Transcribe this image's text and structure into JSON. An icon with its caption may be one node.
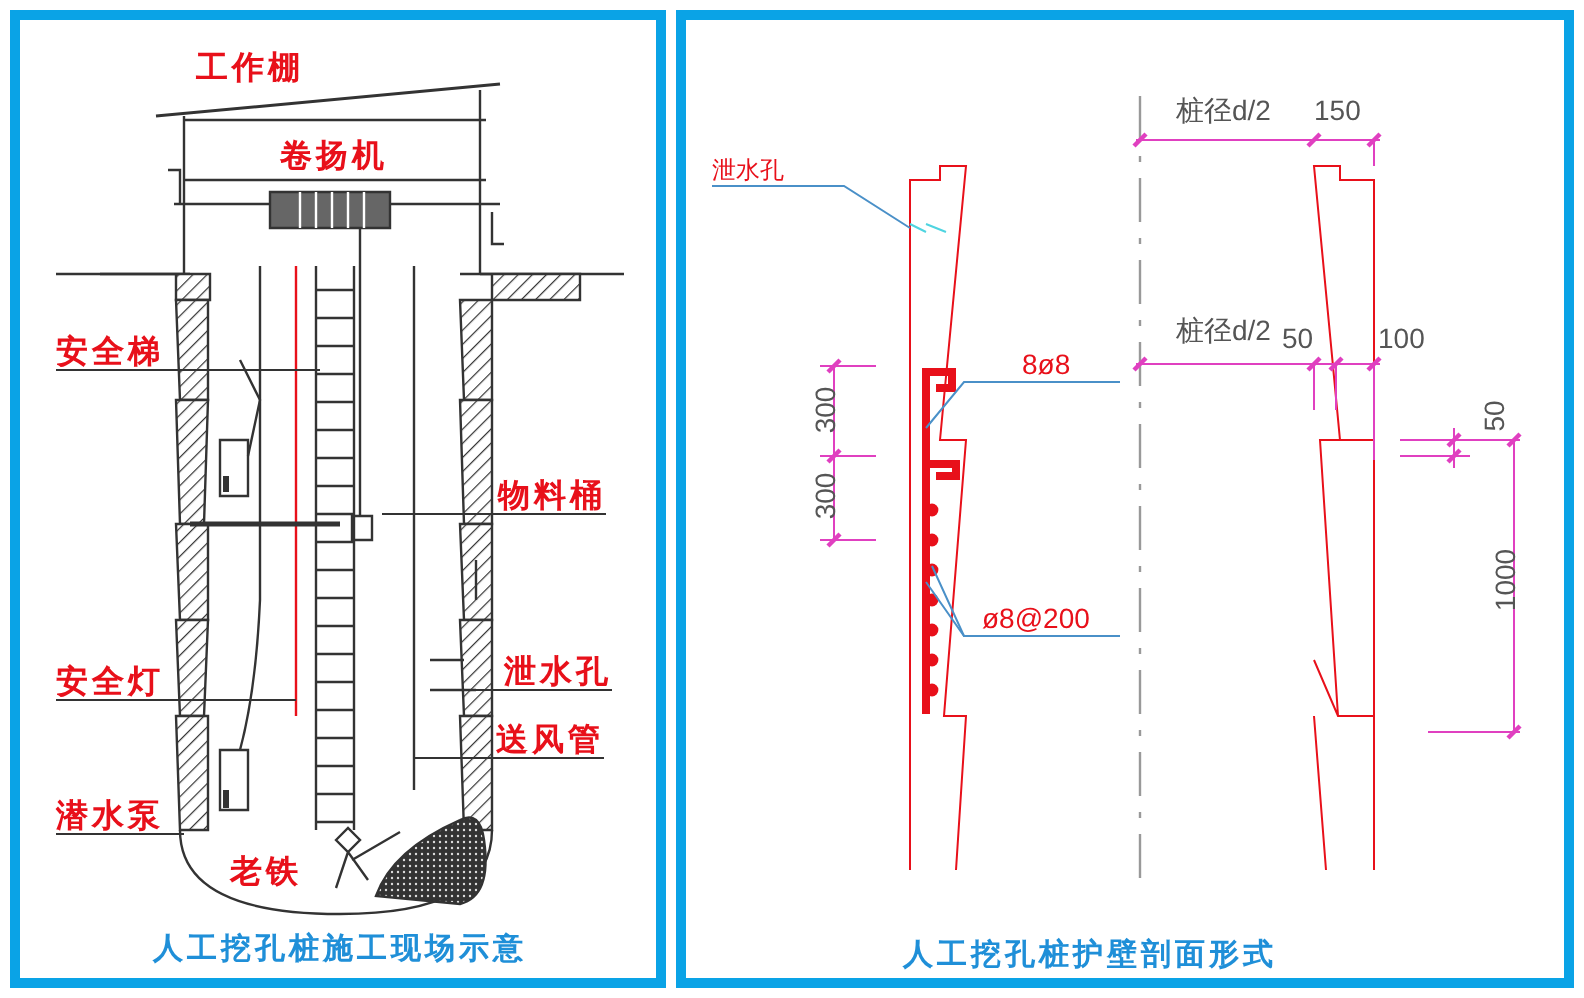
{
  "diagram": {
    "nodes": [
      {
        "text": [
          "人工挖孔桩施工现场示意"
        ]
      },
      {
        "text": [
          "安全梯"
        ],
        "in": 0
      },
      {
        "text": [
          "物料桶"
        ],
        "in": 0
      },
      {
        "text": [
          "安全灯"
        ],
        "in": 0
      },
      {
        "text": [
          "泄水孔"
        ],
        "in": 0
      },
      {
        "text": [
          "送风管"
        ],
        "in": 0
      },
      {
        "text": [
          "潜水泵"
        ],
        "in": 0
      },
      {
        "text": [
          "人工挖孔桩护壁剖面形式"
        ]
      },
      {
        "text": [
          "泄水孔"
        ],
        "in": 7
      },
      {
        "text": [
          "8ø8"
        ],
        "in": 7
      },
      {
        "text": [
          "ø8@200"
        ],
        "in": 7
      }
    ],
    "edges": [
      {
        "from": 1,
        "to": null,
        "arrow": "none"
      },
      {
        "from": 2,
        "to": null,
        "arrow": "none"
      },
      {
        "from": 3,
        "to": null,
        "arrow": "none"
      },
      {
        "from": 4,
        "to": null,
        "arrow": "none"
      },
      {
        "from": 5,
        "to": null,
        "arrow": "none"
      },
      {
        "from": 6,
        "to": null,
        "arrow": "none"
      },
      {
        "from": 8,
        "to": null,
        "arrow": "none",
        "color": "#4a90c8"
      },
      {
        "from": 9,
        "to": null,
        "arrow": "none",
        "color": "#4a90c8"
      },
      {
        "from": 10,
        "to": null,
        "arrow": "none",
        "color": "#4a90c8"
      },
      {
        "from": 10,
        "to": null,
        "arrow": "none",
        "color": "#4a90c8"
      }
    ],
    "labels": [
      "工作棚",
      "卷扬机",
      "老铁",
      "桩径d/2",
      "150",
      "桩径d/2",
      "50",
      "100",
      "300",
      "50",
      "300",
      "1000"
    ]
  }
}
